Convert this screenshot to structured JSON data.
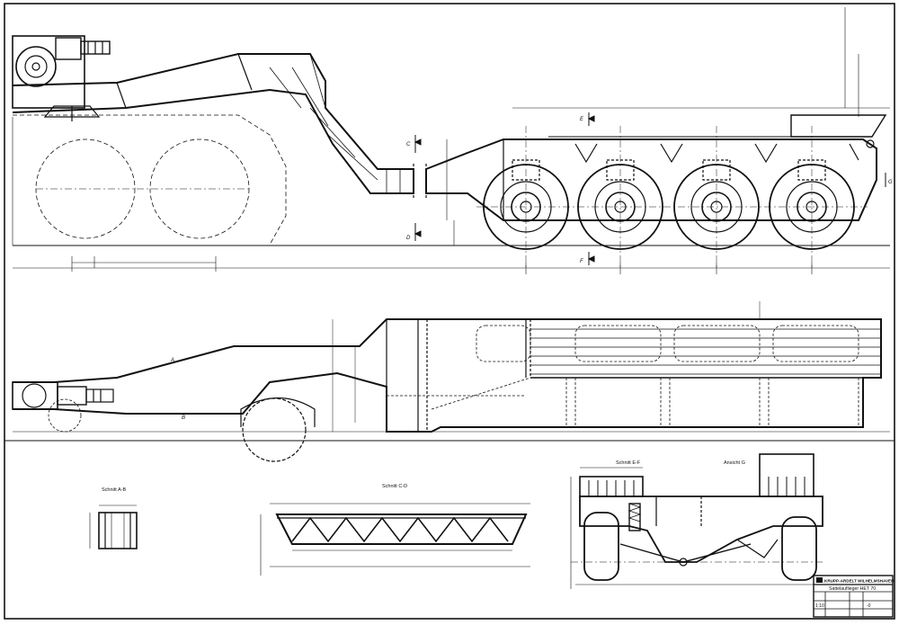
{
  "sections": {
    "a_b": "Schnitt A-B",
    "c_d": "Schnitt C-D",
    "e_f": "Schnitt E-F",
    "g": "Ansicht G"
  },
  "markers": {
    "A": "A",
    "B": "B",
    "C": "C",
    "D": "D",
    "E": "E",
    "F": "F",
    "G": "G"
  },
  "title_block": {
    "company": "KRUPP-ARDELT WILHELMSHAVEN",
    "title": "Sattelauflieger HET 70",
    "scale": "1:10",
    "sheet": "-0"
  }
}
